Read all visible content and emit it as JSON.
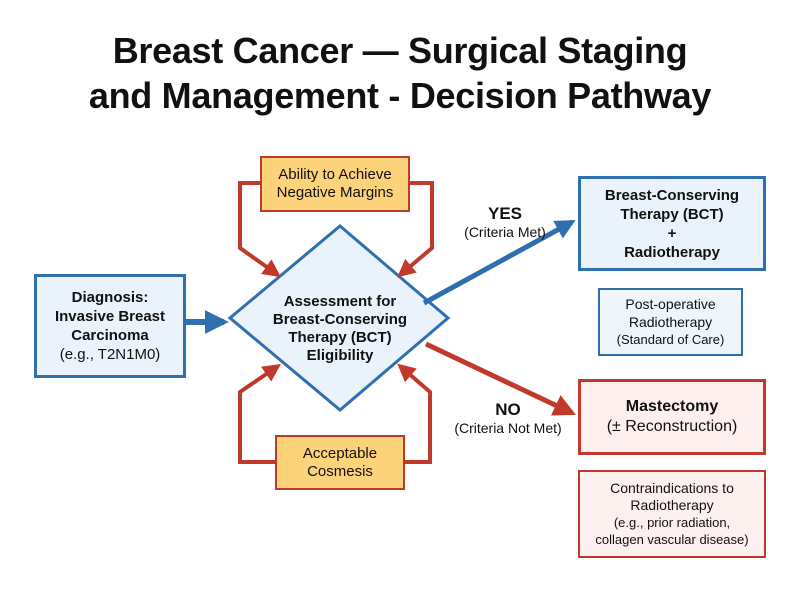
{
  "title": {
    "line1": "Breast Cancer — Surgical Staging",
    "line2": "and Management - Decision Pathway"
  },
  "diagnosis": {
    "line1": "Diagnosis:",
    "line2": "Invasive Breast",
    "line3": "Carcinoma",
    "line4": "(e.g., T2N1M0)"
  },
  "assessment": {
    "line1": "Assessment for",
    "line2": "Breast-Conserving",
    "line3": "Therapy (BCT)",
    "line4": "Eligibility"
  },
  "criteria": {
    "margins": {
      "line1": "Ability to Achieve",
      "line2": "Negative Margins"
    },
    "cosmesis": {
      "line1": "Acceptable",
      "line2": "Cosmesis"
    }
  },
  "yes_branch": {
    "label": "YES",
    "sublabel": "(Criteria Met)",
    "outcome": {
      "line1": "Breast-Conserving",
      "line2": "Therapy (BCT)",
      "line3": "+",
      "line4": "Radiotherapy"
    },
    "note": {
      "line1": "Post-operative",
      "line2": "Radiotherapy",
      "line3": "(Standard of Care)"
    }
  },
  "no_branch": {
    "label": "NO",
    "sublabel": "(Criteria Not Met)",
    "outcome": {
      "line1": "Mastectomy",
      "line2": "(± Reconstruction)"
    },
    "note": {
      "line1": "Contraindications to",
      "line2": "Radiotherapy",
      "line3": "(e.g., prior radiation,",
      "line4": "collagen vascular disease)"
    }
  },
  "colors": {
    "blue": "#2f6fb0",
    "red": "#c0392b",
    "orange_fill": "#fcd27a",
    "blue_fill": "#eaf3fb",
    "red_fill": "#fdf0ee"
  }
}
